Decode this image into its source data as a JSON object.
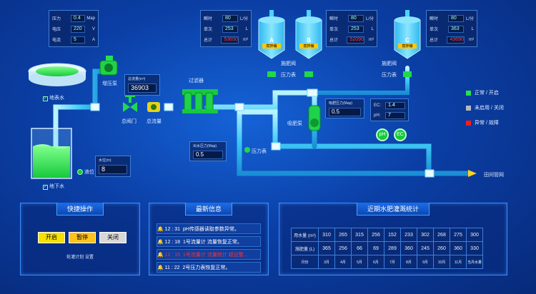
{
  "meters": {
    "pump": {
      "rows": [
        {
          "label": "压力",
          "value": "0.4",
          "unit": "Map"
        },
        {
          "label": "电压",
          "value": "220",
          "unit": "V"
        },
        {
          "label": "电流",
          "value": "5",
          "unit": "A"
        }
      ]
    },
    "tankA": {
      "rows": [
        {
          "label": "瞬时",
          "value": "80",
          "unit": "L/分"
        },
        {
          "label": "单次",
          "value": "253",
          "unit": "L"
        },
        {
          "label": "总计",
          "value": "53650",
          "unit": "m³"
        }
      ]
    },
    "tankB": {
      "rows": [
        {
          "label": "瞬时",
          "value": "80",
          "unit": "L/分"
        },
        {
          "label": "单次",
          "value": "253",
          "unit": "L"
        },
        {
          "label": "总计",
          "value": "52090",
          "unit": "m³"
        }
      ]
    },
    "tankC": {
      "rows": [
        {
          "label": "瞬时",
          "value": "80",
          "unit": "L/分"
        },
        {
          "label": "单次",
          "value": "363",
          "unit": "L"
        },
        {
          "label": "总计",
          "value": "43690",
          "unit": "m³"
        }
      ]
    }
  },
  "tanks": [
    {
      "letter": "A",
      "caption": "搅拌桶"
    },
    {
      "letter": "B",
      "caption": "搅拌桶"
    },
    {
      "letter": "C",
      "caption": "搅拌桶"
    }
  ],
  "diagram": {
    "surface_water": "地表水",
    "ground_water": "地下水",
    "boost_pump": "增压泵",
    "main_valve": "总阀门",
    "total_flow": "总流量",
    "filter": "过滤器",
    "fert_valve_1": "施肥阀",
    "pressure_gauge_1": "压力表",
    "fert_valve_2": "施肥阀",
    "pressure_gauge_2": "压力表",
    "suction_pump": "吸肥泵",
    "pressure_gauge_3": "压力表",
    "level_label": "液位",
    "to_field": "田间管网",
    "ph_sensor": "pH",
    "ec_sensor": "EC"
  },
  "readouts": {
    "total_flow_title": "总流量(m³)",
    "total_flow_value": "36903",
    "level_title": "水位(m)",
    "level_value": "8",
    "outlet_pressure_title": "出水压力(Map)",
    "outlet_pressure_value": "0.5",
    "suction_pressure_title": "吸肥压力(Map)",
    "suction_pressure_value": "0.5",
    "ec_label": "EC:",
    "ec_value": "1.4",
    "ph_label": "pH:",
    "ph_value": "7"
  },
  "legend": [
    {
      "label": "正常 / 开启",
      "color": "#27e04a"
    },
    {
      "label": "未启用 / 关闭",
      "color": "#b9b9b9"
    },
    {
      "label": "异常 / 故障",
      "color": "#ff1a1a"
    }
  ],
  "quick_ops": {
    "title": "快捷操作",
    "start": "开启",
    "pause": "暂停",
    "close": "关闭",
    "schedule": "轮灌计划  设置"
  },
  "news": {
    "title": "最新信息",
    "items": [
      {
        "time": "12 : 31",
        "text": "pH传感器读取参数异常。",
        "color": "#ffffff"
      },
      {
        "time": "12 : 18",
        "text": "1号流量计 流量恢复正常。",
        "color": "#ffffff"
      },
      {
        "time": "12 : 15",
        "text": "1号流量计 流量统计 超出警...",
        "color": "#ff3030"
      },
      {
        "time": "11 : 22",
        "text": "2号压力表恢复正常。",
        "color": "#ffffff"
      }
    ]
  },
  "stats": {
    "title": "近期水肥灌溉统计",
    "row1_label": "用水量 (m³)",
    "row2_label": "施肥量 (L)",
    "row3_label": "月份",
    "water": [
      "310",
      "265",
      "315",
      "256",
      "152",
      "233",
      "302",
      "268",
      "275",
      "300"
    ],
    "fert": [
      "365",
      "256",
      "66",
      "69",
      "289",
      "360",
      "245",
      "260",
      "360",
      "330"
    ],
    "months": [
      "3月",
      "4月",
      "5月",
      "6月",
      "7月",
      "8月",
      "9月",
      "10月",
      "11月",
      "当月水量"
    ]
  },
  "colors": {
    "pipe": "#6fe0ff",
    "green": "#27e04a",
    "tank": "#4fd3ff"
  }
}
